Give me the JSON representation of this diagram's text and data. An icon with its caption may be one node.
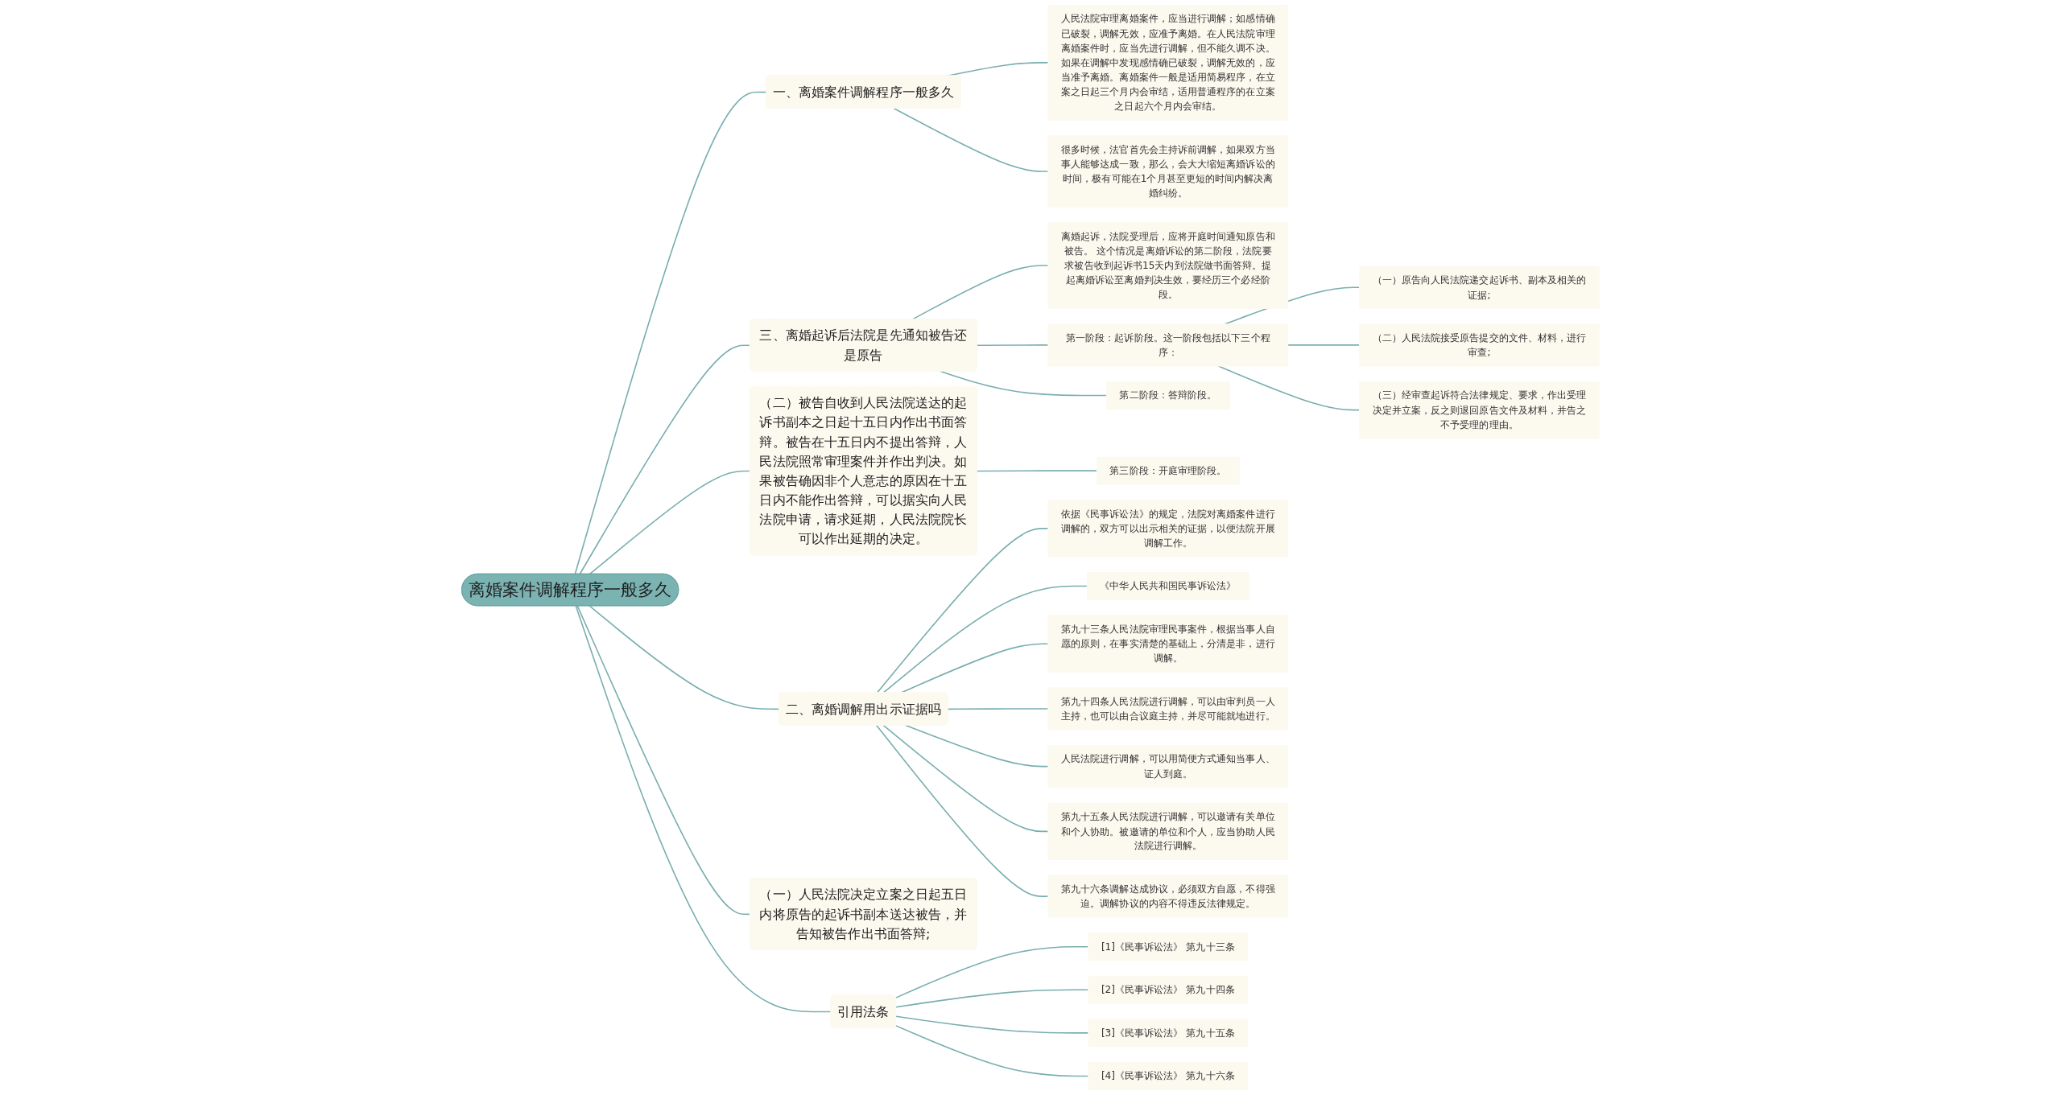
{
  "diagram": {
    "nodes": [
      {
        "text": [
          "离婚案件调解程序一般多久"
        ]
      },
      {
        "text": [
          "一、离婚案件调解程序一般多久"
        ]
      },
      {
        "text": [
          "人民法院审理离婚案件，应当进行调解；如感情确已破裂，调解无效，应准予离婚。在人民法院审理离婚案件时，应当先进行调解，但不能久调不决。如果在调解中发现感情确已破裂，调解无效的，应当准予离婚。离婚案件一般是适用简易程序，在立案之日起三个月内会审结，适用普通程序的在立案之日起六个月内会审结。"
        ]
      },
      {
        "text": [
          "很多时候，法官首先会主持诉前调解，如果双方当事人能够达成一致，那么，会大大缩短离婚诉讼的时间，极有可能在1个月甚至更短的时间内解决离婚纠纷。"
        ]
      },
      {
        "text": [
          "三、离婚起诉后法院是先通知被告还是原告"
        ]
      },
      {
        "text": [
          "离婚起诉，法院受理后，应将开庭时间通知原告和被告。 这个情况是离婚诉讼的第二阶段，法院要求被告收到起诉书15天内到法院做书面答辩。提起离婚诉讼至离婚判决生效，要经历三个必经阶段。"
        ]
      },
      {
        "text": [
          "第一阶段：起诉阶段。这一阶段包括以下三个程序："
        ]
      },
      {
        "text": [
          "（一）原告向人民法院递交起诉书、副本及相关的证据;"
        ]
      },
      {
        "text": [
          "（二）人民法院接受原告提交的文件、材料，进行审查;"
        ]
      },
      {
        "text": [
          "（三）经审查起诉符合法律规定、要求，作出受理决定并立案，反之则退回原告文件及材料，并告之不予受理的理由。"
        ]
      },
      {
        "text": [
          "第二阶段：答辩阶段。"
        ]
      },
      {
        "text": [
          "（二）被告自收到人民法院送达的起诉书副本之日起十五日内作出书面答辩。被告在十五日内不提出答辩，人民法院照常审理案件并作出判决。如果被告确因非个人意志的原因在十五日内不能作出答辩，可以据实向人民法院申请，请求延期，人民法院院长可以作出延期的决定。"
        ]
      },
      {
        "text": [
          "第三阶段：开庭审理阶段。"
        ]
      },
      {
        "text": [
          "二、离婚调解用出示证据吗"
        ]
      },
      {
        "text": [
          "依据《民事诉讼法》的规定，法院对离婚案件进行调解的，双方可以出示相关的证据，以便法院开展调解工作。"
        ]
      },
      {
        "text": [
          "《中华人民共和国民事诉讼法》"
        ]
      },
      {
        "text": [
          "第九十三条人民法院审理民事案件，根据当事人自愿的原则，在事实清楚的基础上，分清是非，进行调解。"
        ]
      },
      {
        "text": [
          "第九十四条人民法院进行调解，可以由审判员一人主持，也可以由合议庭主持，并尽可能就地进行。"
        ]
      },
      {
        "text": [
          "人民法院进行调解，可以用简便方式通知当事人、证人到庭。"
        ]
      },
      {
        "text": [
          "第九十五条人民法院进行调解，可以邀请有关单位和个人协助。被邀请的单位和个人，应当协助人民法院进行调解。"
        ]
      },
      {
        "text": [
          "第九十六条调解达成协议，必须双方自愿，不得强迫。调解协议的内容不得违反法律规定。"
        ]
      },
      {
        "text": [
          "（一）人民法院决定立案之日起五日内将原告的起诉书副本送达被告，并告知被告作出书面答辩;"
        ]
      },
      {
        "text": [
          "引用法条"
        ]
      },
      {
        "text": [
          "[1]《民事诉讼法》 第九十三条"
        ]
      },
      {
        "text": [
          "[2]《民事诉讼法》 第九十四条"
        ]
      },
      {
        "text": [
          "[3]《民事诉讼法》 第九十五条"
        ]
      },
      {
        "text": [
          "[4]《民事诉讼法》 第九十六条"
        ]
      }
    ],
    "edges": [
      {
        "from": 0,
        "to": 1,
        "arrow": "none"
      },
      {
        "from": 1,
        "to": 2,
        "arrow": "none"
      },
      {
        "from": 1,
        "to": 3,
        "arrow": "none"
      },
      {
        "from": 0,
        "to": 4,
        "arrow": "none"
      },
      {
        "from": 4,
        "to": 5,
        "arrow": "none"
      },
      {
        "from": 4,
        "to": 6,
        "arrow": "none"
      },
      {
        "from": 6,
        "to": 7,
        "arrow": "none"
      },
      {
        "from": 6,
        "to": 8,
        "arrow": "none"
      },
      {
        "from": 6,
        "to": 9,
        "arrow": "none"
      },
      {
        "from": 4,
        "to": 10,
        "arrow": "none"
      },
      {
        "from": 0,
        "to": 11,
        "arrow": "none"
      },
      {
        "from": 11,
        "to": 12,
        "arrow": "none"
      },
      {
        "from": 0,
        "to": 13,
        "arrow": "none"
      },
      {
        "from": 13,
        "to": 14,
        "arrow": "none"
      },
      {
        "from": 13,
        "to": 15,
        "arrow": "none"
      },
      {
        "from": 13,
        "to": 16,
        "arrow": "none"
      },
      {
        "from": 13,
        "to": 17,
        "arrow": "none"
      },
      {
        "from": 13,
        "to": 18,
        "arrow": "none"
      },
      {
        "from": 13,
        "to": 19,
        "arrow": "none"
      },
      {
        "from": 13,
        "to": 20,
        "arrow": "none"
      },
      {
        "from": 0,
        "to": 21,
        "arrow": "none"
      },
      {
        "from": 0,
        "to": 22,
        "arrow": "none"
      },
      {
        "from": 22,
        "to": 23,
        "arrow": "none"
      },
      {
        "from": 22,
        "to": 24,
        "arrow": "none"
      },
      {
        "from": 22,
        "to": 25,
        "arrow": "none"
      },
      {
        "from": 22,
        "to": 26,
        "arrow": "none"
      }
    ]
  }
}
